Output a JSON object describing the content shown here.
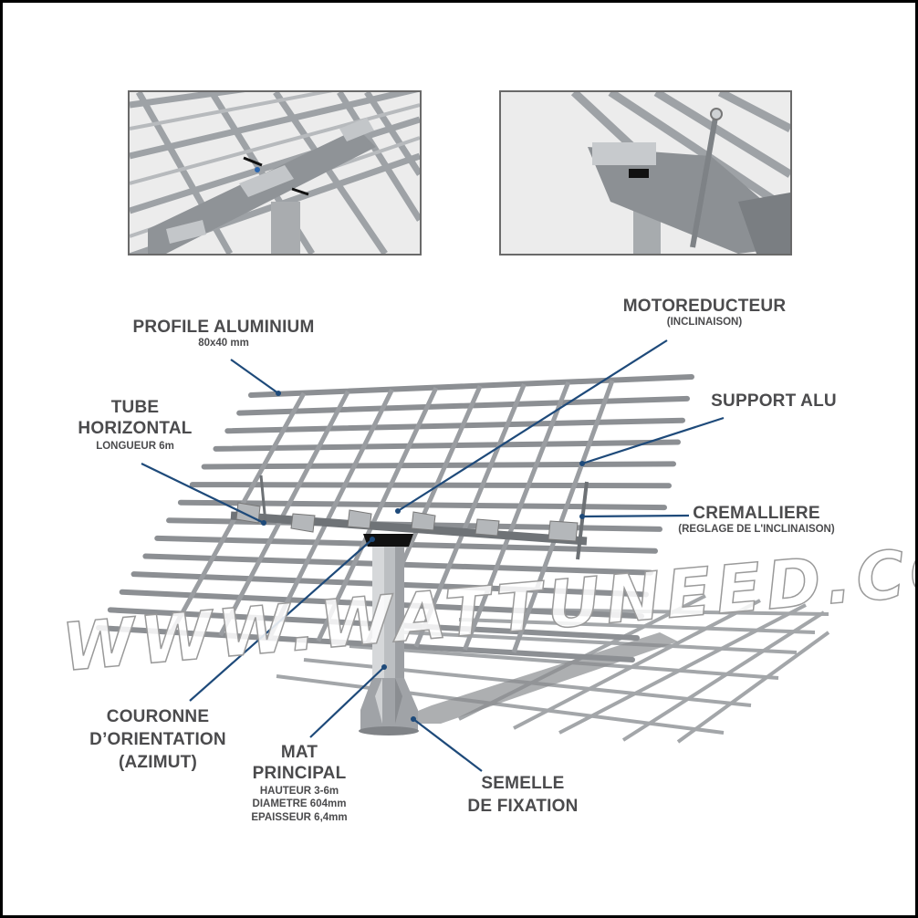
{
  "labels": {
    "profile": {
      "title": "PROFILE ALUMINIUM",
      "sub": "80x40 mm"
    },
    "tube": {
      "title1": "TUBE",
      "title2": "HORIZONTAL",
      "sub": "LONGUEUR 6m"
    },
    "motor": {
      "title": "MOTOREDUCTEUR",
      "sub": "(INCLINAISON)"
    },
    "support": {
      "title": "SUPPORT ALU"
    },
    "rack": {
      "title": "CREMALLIERE",
      "sub": "(REGLAGE DE L'INCLINAISON)"
    },
    "crown": {
      "title1": "COURONNE",
      "title2": "D’ORIENTATION",
      "title3": "(AZIMUT)"
    },
    "mast": {
      "title1": "MAT",
      "title2": "PRINCIPAL",
      "sub1": "HAUTEUR 3-6m",
      "sub2": "DIAMETRE 604mm",
      "sub3": "EPAISSEUR 6,4mm"
    },
    "base": {
      "title1": "SEMELLE",
      "title2": "DE FIXATION"
    }
  },
  "watermark": "WWW.WATTUNEED.COM",
  "colors": {
    "leader": "#1e4a7a",
    "text": "#4b4b4d",
    "frame": "#8c8f93",
    "border": "#000000"
  }
}
